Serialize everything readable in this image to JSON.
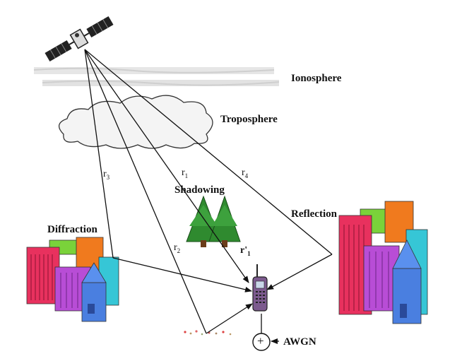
{
  "labels": {
    "ionosphere": "Ionosphere",
    "troposphere": "Troposphere",
    "shadowing": "Shadowing",
    "diffraction": "Diffraction",
    "reflection": "Reflection",
    "awgn": "AWGN",
    "summer_symbol": "+"
  },
  "paths": {
    "r1": {
      "base": "r",
      "sub": "1"
    },
    "r2": {
      "base": "r",
      "sub": "2"
    },
    "r3": {
      "base": "r",
      "sub": "3"
    },
    "r4": {
      "base": "r",
      "sub": "4"
    },
    "r1_prime": {
      "base": "r'",
      "sub": "1"
    }
  },
  "colors": {
    "line": "#111111",
    "cloud_fill": "#f4f4f4",
    "tree": "#2f8a2f",
    "building_red": "#e8315e",
    "building_purple": "#b84dd6",
    "building_blue": "#4a7fe0",
    "building_orange": "#f07a1e",
    "building_cyan": "#36c6d6",
    "building_green": "#7ad23a"
  }
}
